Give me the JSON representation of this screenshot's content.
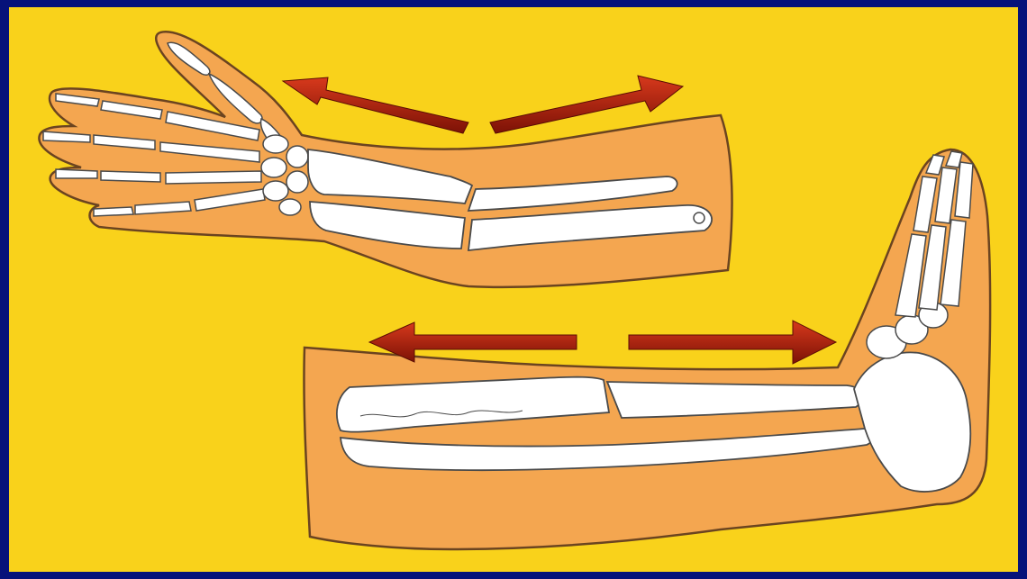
{
  "colors": {
    "frame": "#06127a",
    "background": "#f9d21b",
    "skin": "#f4a650",
    "skin_outline": "#6b4420",
    "bone": "#ffffff",
    "bone_outline": "#4a4a4a",
    "arrow": "#b52410"
  },
  "figures": [
    {
      "name": "forearm-fracture",
      "arrows": [
        "left",
        "right"
      ]
    },
    {
      "name": "lower-leg-fracture",
      "arrows": [
        "left",
        "right"
      ]
    }
  ]
}
